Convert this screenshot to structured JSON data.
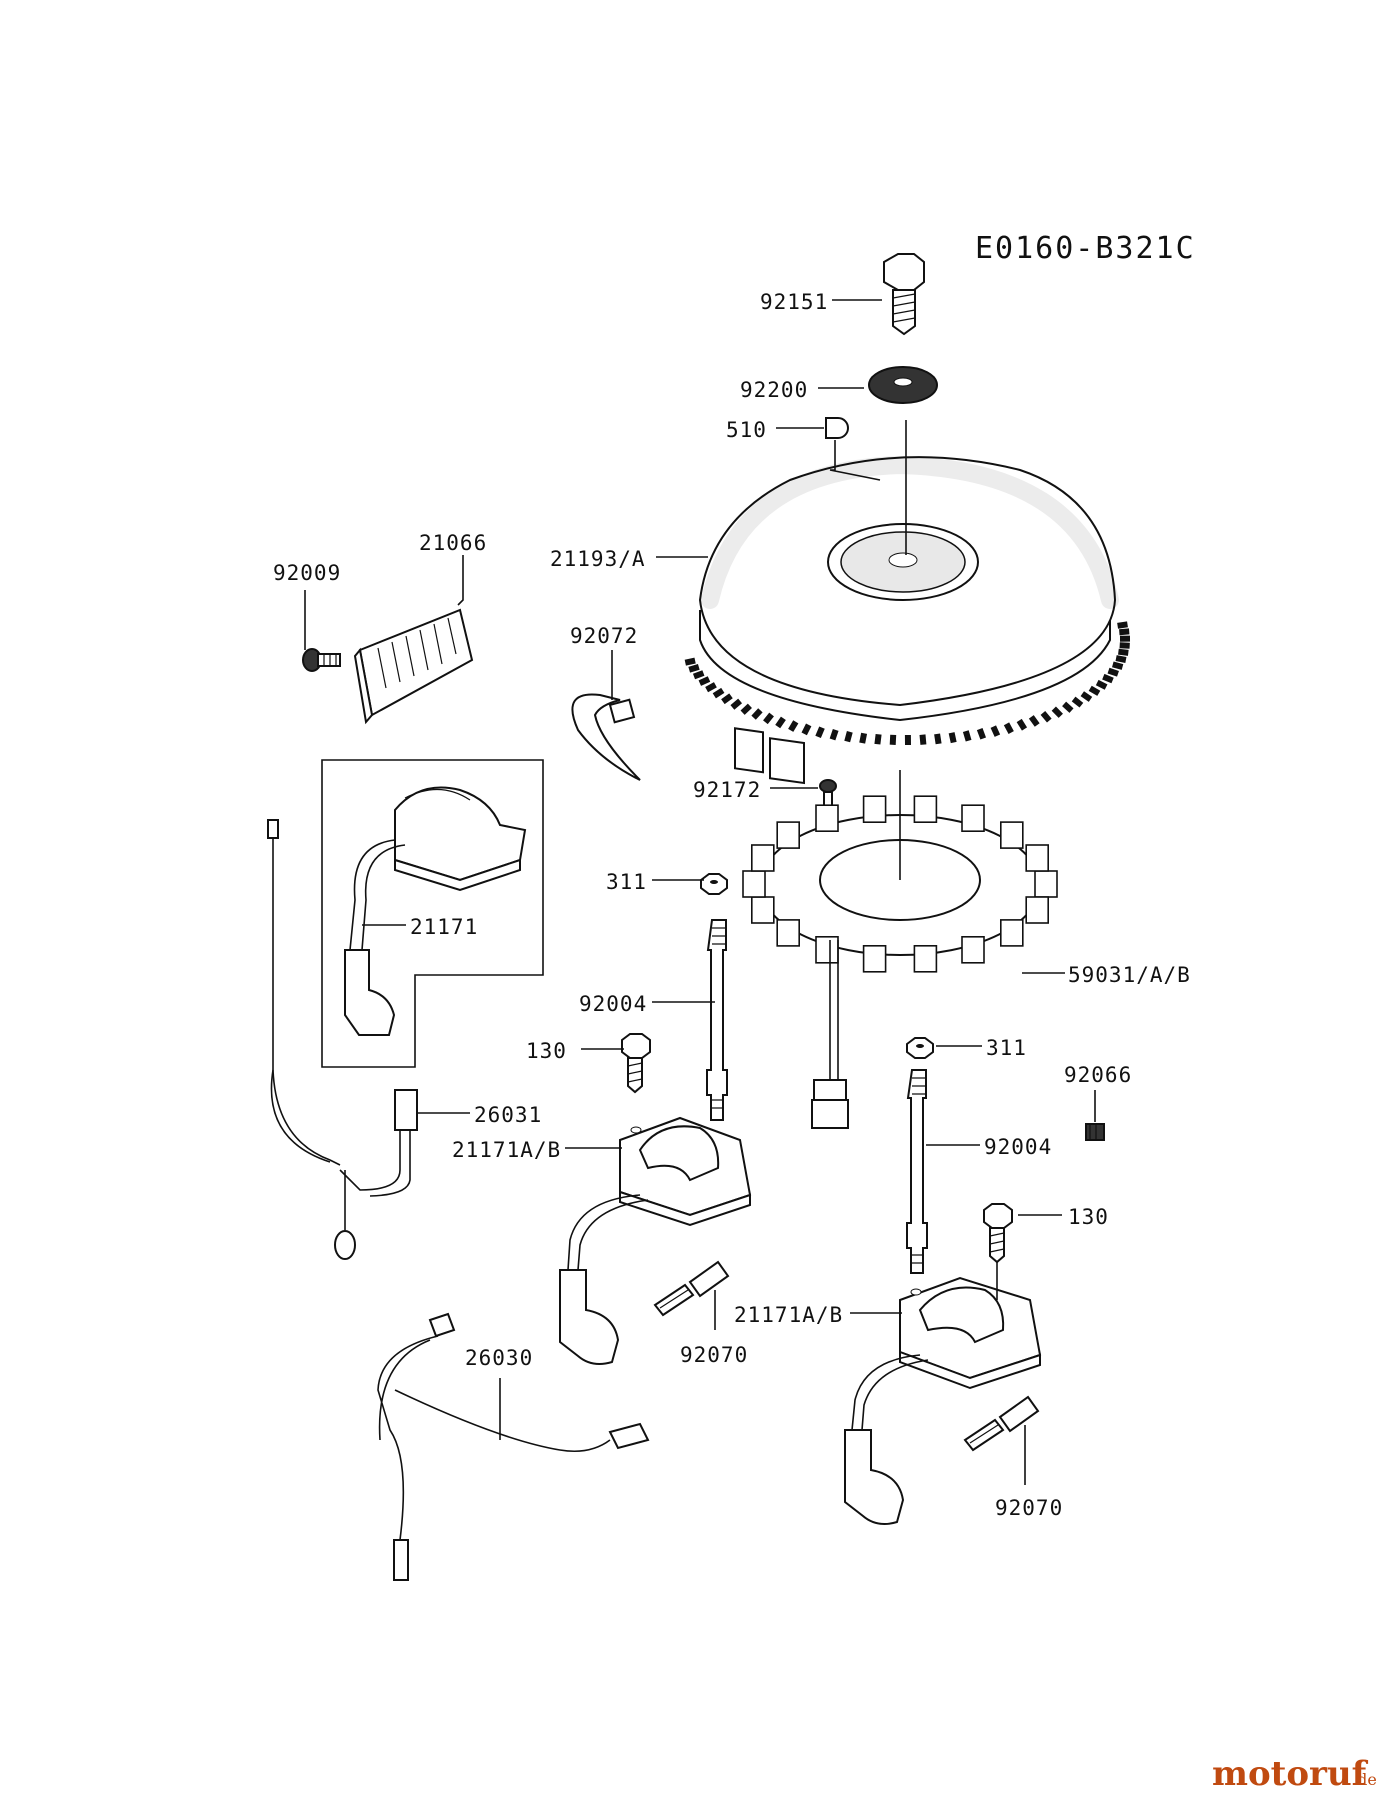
{
  "diagram": {
    "code": "E0160-B321C",
    "callouts": [
      {
        "id": "c92151",
        "label": "92151"
      },
      {
        "id": "c92200",
        "label": "92200"
      },
      {
        "id": "c510",
        "label": "510"
      },
      {
        "id": "c21066",
        "label": "21066"
      },
      {
        "id": "c92009",
        "label": "92009"
      },
      {
        "id": "c21193",
        "label": "21193/A"
      },
      {
        "id": "c92072",
        "label": "92072"
      },
      {
        "id": "c92172",
        "label": "92172"
      },
      {
        "id": "c21171",
        "label": "21171"
      },
      {
        "id": "c311a",
        "label": "311"
      },
      {
        "id": "c59031",
        "label": "59031/A/B"
      },
      {
        "id": "c92004a",
        "label": "92004"
      },
      {
        "id": "c130a",
        "label": "130"
      },
      {
        "id": "c311b",
        "label": "311"
      },
      {
        "id": "c92066",
        "label": "92066"
      },
      {
        "id": "c26031",
        "label": "26031"
      },
      {
        "id": "c21171ab1",
        "label": "21171A/B"
      },
      {
        "id": "c92004b",
        "label": "92004"
      },
      {
        "id": "c130b",
        "label": "130"
      },
      {
        "id": "c21171ab2",
        "label": "21171A/B"
      },
      {
        "id": "c92070a",
        "label": "92070"
      },
      {
        "id": "c26030",
        "label": "26030"
      },
      {
        "id": "c92070b",
        "label": "92070"
      }
    ]
  },
  "watermark": {
    "brand": "motoruf",
    "suffix": ".de"
  }
}
